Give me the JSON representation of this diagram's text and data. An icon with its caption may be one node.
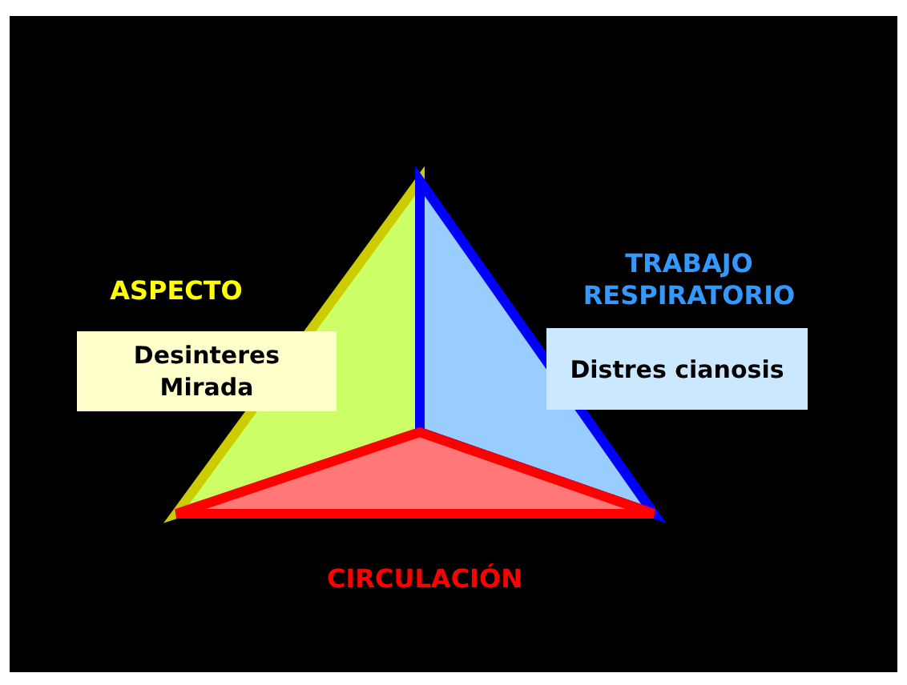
{
  "diagram": {
    "nodes": [
      {
        "text": [
          "ASPECTO",
          "Desinteres Mirada"
        ]
      },
      {
        "text": [
          "TRABAJO RESPIRATORIO",
          "Distres cianosis"
        ]
      }
    ],
    "edges": [],
    "labels": [
      "CIRCULACIÓN"
    ]
  }
}
